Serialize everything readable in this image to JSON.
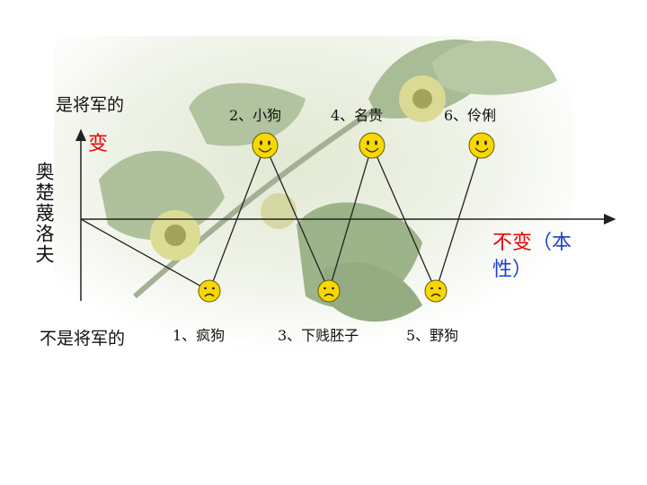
{
  "y_axis": {
    "top_label": "是将军的",
    "top_label_emph": "变",
    "bottom_label": "不是将军的",
    "vertical_text": "奥楚蔑洛夫"
  },
  "x_axis": {
    "label_red": "不变",
    "label_blue": "（本性）"
  },
  "points": [
    {
      "label": "1、疯狗",
      "state": "sad"
    },
    {
      "label": "2、小狗",
      "state": "happy"
    },
    {
      "label": "3、下贱胚子",
      "state": "sad"
    },
    {
      "label": "4、名贵",
      "state": "happy"
    },
    {
      "label": "5、野狗",
      "state": "sad"
    },
    {
      "label": "6、伶俐",
      "state": "happy"
    }
  ],
  "colors": {
    "face_fill": "#f7d800",
    "face_stroke": "#6b5a00",
    "label_red": "#e60000",
    "label_blue": "#1a3fd1",
    "axis": "#222222"
  }
}
